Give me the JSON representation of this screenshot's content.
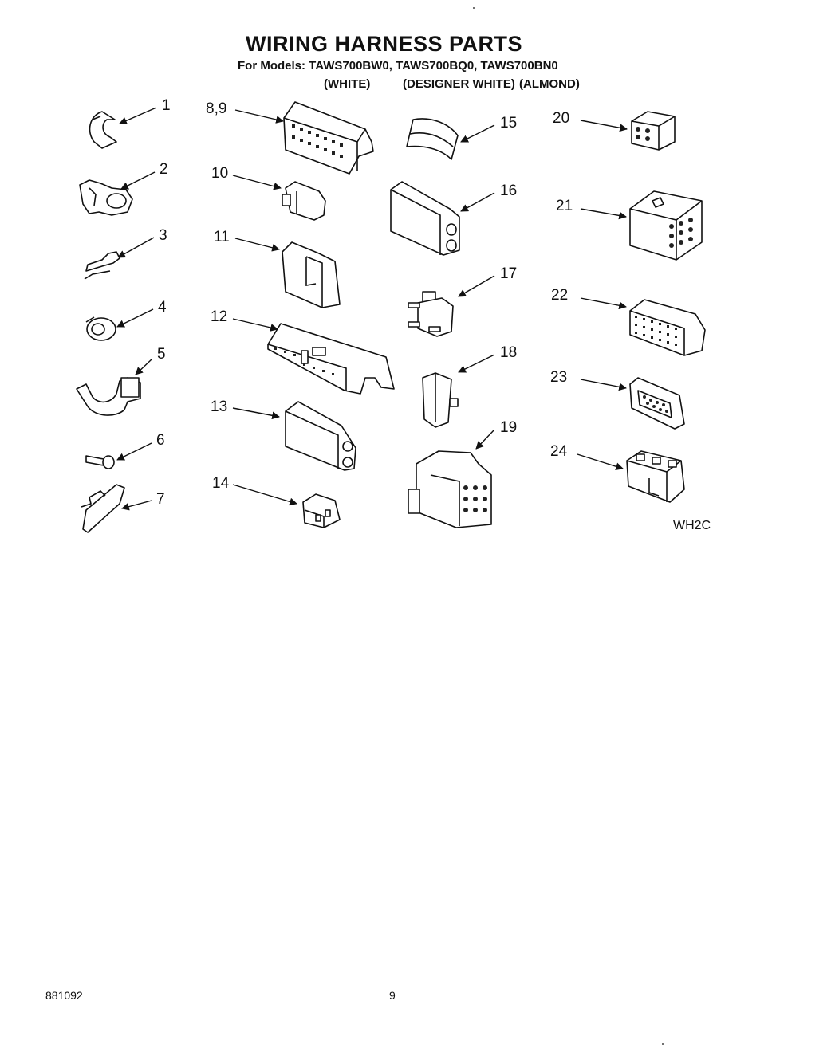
{
  "title": "WIRING HARNESS PARTS",
  "models_line": "For Models: TAWS700BW0, TAWS700BQ0, TAWS700BN0",
  "colors": [
    "(WHITE)",
    "(DESIGNER WHITE)",
    "(ALMOND)"
  ],
  "part_numbers": [
    "1",
    "2",
    "3",
    "4",
    "5",
    "6",
    "7",
    "8,9",
    "10",
    "11",
    "12",
    "13",
    "14",
    "15",
    "16",
    "17",
    "18",
    "19",
    "20",
    "21",
    "22",
    "23",
    "24"
  ],
  "illustration_code": "WH2C",
  "document_number": "881092",
  "page_number": "9",
  "colors_hex": {
    "ink": "#111111",
    "paper": "#ffffff"
  }
}
